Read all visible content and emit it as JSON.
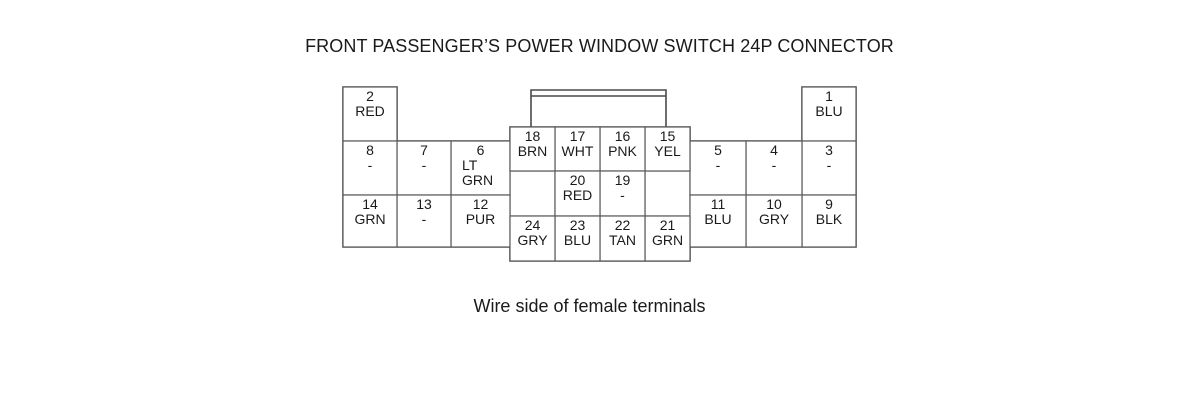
{
  "title": "FRONT PASSENGER’S POWER WINDOW SWITCH 24P CONNECTOR",
  "caption": "Wire side of female terminals",
  "terminals": [
    {
      "pin": "1",
      "lines": [
        "BLU"
      ]
    },
    {
      "pin": "2",
      "lines": [
        "RED"
      ]
    },
    {
      "pin": "3",
      "lines": [
        "-"
      ]
    },
    {
      "pin": "4",
      "lines": [
        "-"
      ]
    },
    {
      "pin": "5",
      "lines": [
        "-"
      ]
    },
    {
      "pin": "6",
      "lines": [
        "LT",
        "GRN"
      ]
    },
    {
      "pin": "7",
      "lines": [
        "-"
      ]
    },
    {
      "pin": "8",
      "lines": [
        "-"
      ]
    },
    {
      "pin": "9",
      "lines": [
        "BLK"
      ]
    },
    {
      "pin": "10",
      "lines": [
        "GRY"
      ]
    },
    {
      "pin": "11",
      "lines": [
        "BLU"
      ]
    },
    {
      "pin": "12",
      "lines": [
        "PUR"
      ]
    },
    {
      "pin": "13",
      "lines": [
        "-"
      ]
    },
    {
      "pin": "14",
      "lines": [
        "GRN"
      ]
    },
    {
      "pin": "15",
      "lines": [
        "YEL"
      ]
    },
    {
      "pin": "16",
      "lines": [
        "PNK"
      ]
    },
    {
      "pin": "17",
      "lines": [
        "WHT"
      ]
    },
    {
      "pin": "18",
      "lines": [
        "BRN"
      ]
    },
    {
      "pin": "19",
      "lines": [
        "-"
      ]
    },
    {
      "pin": "20",
      "lines": [
        "RED"
      ]
    },
    {
      "pin": "21",
      "lines": [
        "GRN"
      ]
    },
    {
      "pin": "22",
      "lines": [
        "TAN"
      ]
    },
    {
      "pin": "23",
      "lines": [
        "BLU"
      ]
    },
    {
      "pin": "24",
      "lines": [
        "GRY"
      ]
    }
  ]
}
